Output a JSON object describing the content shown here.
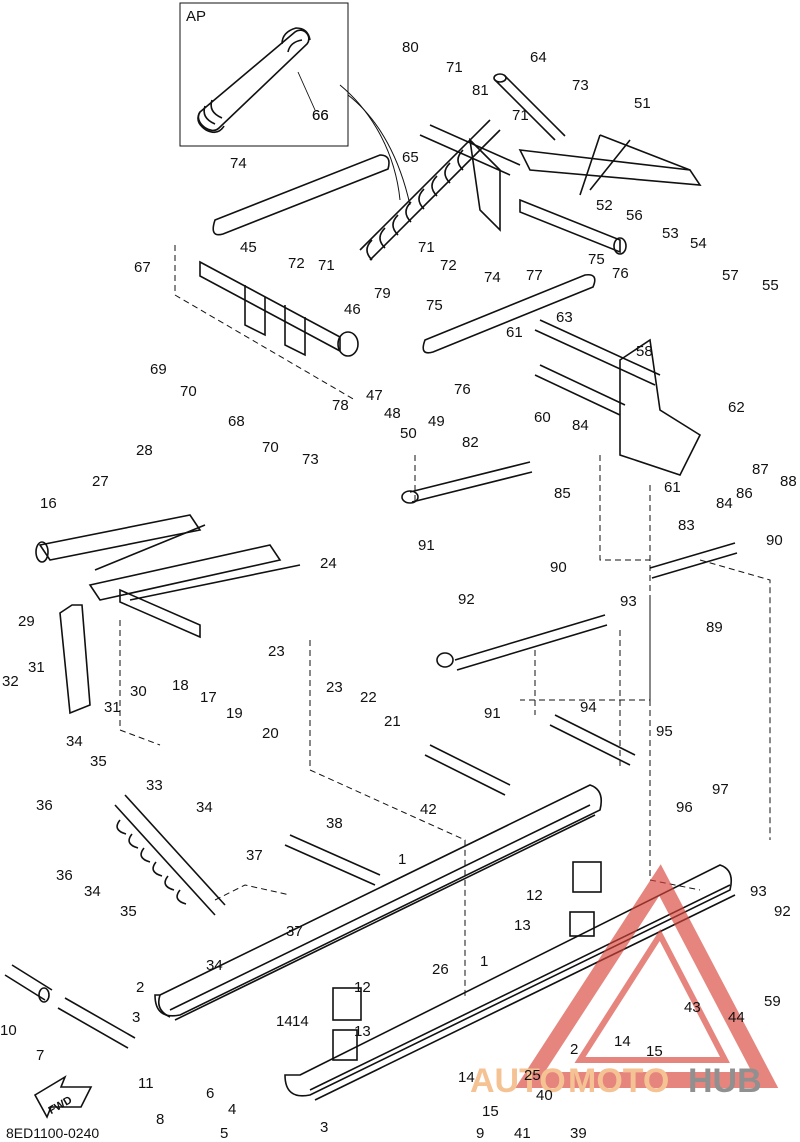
{
  "inset": {
    "label": "AP",
    "part": "66"
  },
  "part_labels": [
    "80",
    "71",
    "81",
    "64",
    "73",
    "71",
    "51",
    "65",
    "74",
    "66",
    "52",
    "56",
    "53",
    "54",
    "57",
    "55",
    "45",
    "72",
    "71",
    "71",
    "72",
    "77",
    "75",
    "76",
    "67",
    "46",
    "79",
    "75",
    "74",
    "61",
    "63",
    "58",
    "62",
    "69",
    "70",
    "68",
    "70",
    "78",
    "47",
    "48",
    "50",
    "49",
    "73",
    "76",
    "60",
    "28",
    "84",
    "82",
    "85",
    "61",
    "87",
    "88",
    "27",
    "86",
    "84",
    "16",
    "91",
    "83",
    "90",
    "24",
    "90",
    "92",
    "89",
    "29",
    "93",
    "23",
    "31",
    "32",
    "30",
    "18",
    "17",
    "19",
    "20",
    "23",
    "22",
    "21",
    "91",
    "94",
    "31",
    "34",
    "95",
    "35",
    "36",
    "33",
    "42",
    "96",
    "97",
    "34",
    "38",
    "36",
    "37",
    "34",
    "35",
    "12",
    "1",
    "13",
    "93",
    "92",
    "34",
    "37",
    "14",
    "59",
    "1",
    "26",
    "43",
    "44",
    "2",
    "12",
    "10",
    "3",
    "14",
    "13",
    "14",
    "7",
    "2",
    "15",
    "11",
    "25",
    "40",
    "6",
    "8",
    "4",
    "14",
    "15",
    "5",
    "3",
    "9",
    "41",
    "39"
  ],
  "footer": {
    "code": "8ED1100-0240",
    "fwd": "FWD"
  },
  "watermark": {
    "text_left": "AUTO",
    "text_mid": "MOTO",
    "text_right": "HUB"
  }
}
